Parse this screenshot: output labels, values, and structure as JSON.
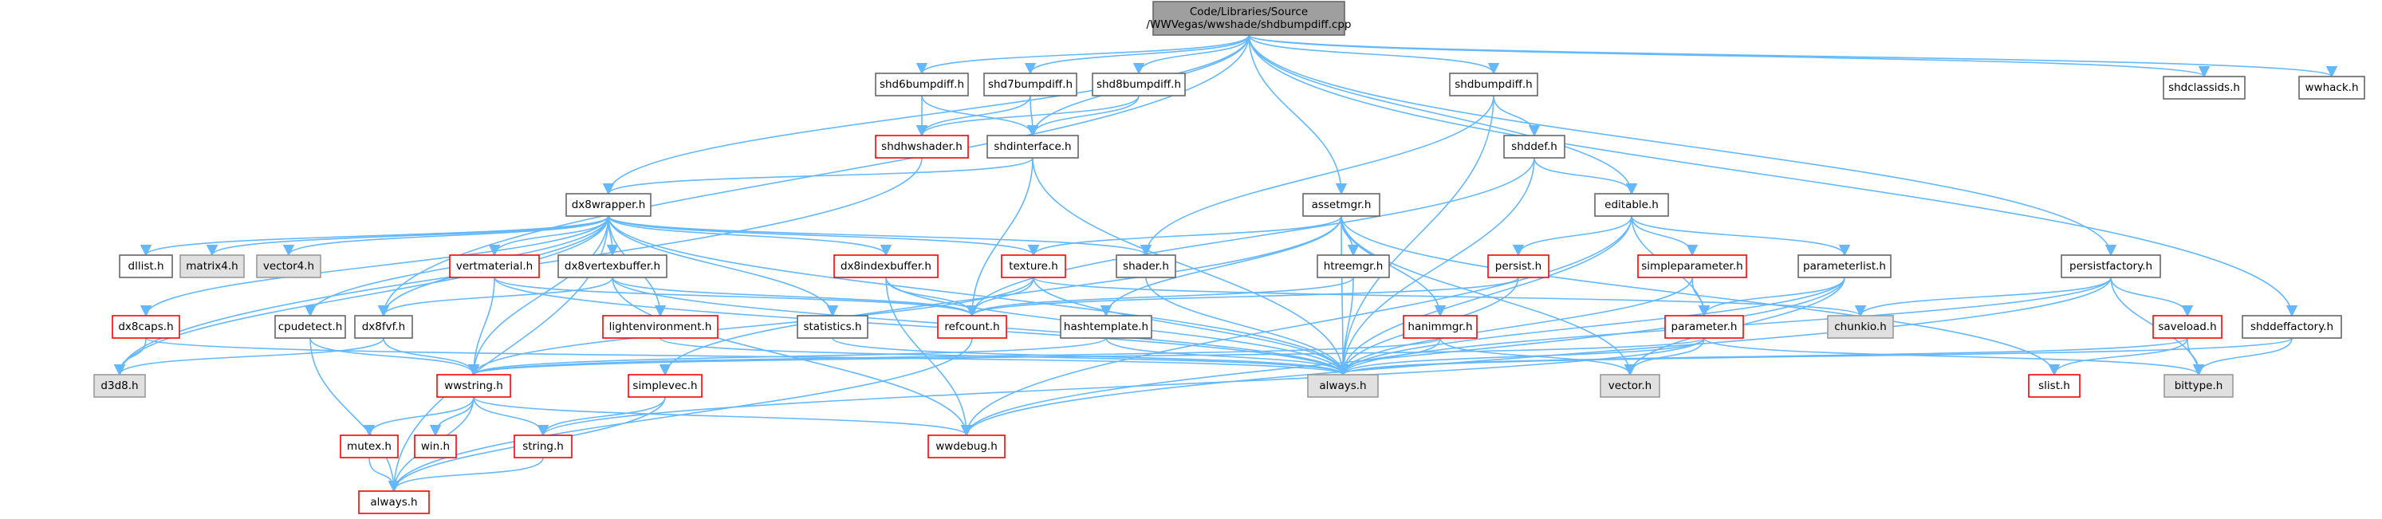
{
  "graph": {
    "root": "Code/Libraries/Source/WWVegas/wwshade/shdbumpdiff.cpp",
    "colors": {
      "edge": "#63b8ff",
      "arrow": "#63b8ff",
      "root_fill": "#9f9f9f",
      "root_border": "#666666",
      "normal_fill": "#ffffff",
      "normal_border": "#666666",
      "missing_fill": "#e0e0e0",
      "missing_border": "#999999",
      "truncated_border": "#ff0000"
    },
    "nodes": [
      {
        "id": "root",
        "lines": [
          "Code/Libraries/Source",
          "/WWVegas/wwshade/shdbumpdiff.cpp"
        ],
        "style": "root"
      },
      {
        "id": "shd6bumpdiff",
        "lines": [
          "shd6bumpdiff.h"
        ],
        "style": "normal"
      },
      {
        "id": "shd7bumpdiff",
        "lines": [
          "shd7bumpdiff.h"
        ],
        "style": "normal"
      },
      {
        "id": "shd8bumpdiff",
        "lines": [
          "shd8bumpdiff.h"
        ],
        "style": "normal"
      },
      {
        "id": "shdbumpdiff",
        "lines": [
          "shdbumpdiff.h"
        ],
        "style": "normal"
      },
      {
        "id": "shdclassids",
        "lines": [
          "shdclassids.h"
        ],
        "style": "normal"
      },
      {
        "id": "wwhack",
        "lines": [
          "wwhack.h"
        ],
        "style": "normal"
      },
      {
        "id": "shdhwshader",
        "lines": [
          "shdhwshader.h"
        ],
        "style": "truncated"
      },
      {
        "id": "shdinterface",
        "lines": [
          "shdinterface.h"
        ],
        "style": "normal"
      },
      {
        "id": "shddef",
        "lines": [
          "shddef.h"
        ],
        "style": "normal"
      },
      {
        "id": "dx8wrapper",
        "lines": [
          "dx8wrapper.h"
        ],
        "style": "normal"
      },
      {
        "id": "assetmgr",
        "lines": [
          "assetmgr.h"
        ],
        "style": "normal"
      },
      {
        "id": "editable",
        "lines": [
          "editable.h"
        ],
        "style": "normal"
      },
      {
        "id": "dllist",
        "lines": [
          "dllist.h"
        ],
        "style": "normal"
      },
      {
        "id": "matrix4",
        "lines": [
          "matrix4.h"
        ],
        "style": "missing"
      },
      {
        "id": "vector4",
        "lines": [
          "vector4.h"
        ],
        "style": "missing"
      },
      {
        "id": "vertmaterial",
        "lines": [
          "vertmaterial.h"
        ],
        "style": "truncated"
      },
      {
        "id": "dx8vertexbuffer",
        "lines": [
          "dx8vertexbuffer.h"
        ],
        "style": "normal"
      },
      {
        "id": "dx8indexbuffer",
        "lines": [
          "dx8indexbuffer.h"
        ],
        "style": "truncated"
      },
      {
        "id": "texture",
        "lines": [
          "texture.h"
        ],
        "style": "truncated"
      },
      {
        "id": "shader",
        "lines": [
          "shader.h"
        ],
        "style": "normal"
      },
      {
        "id": "htreemgr",
        "lines": [
          "htreemgr.h"
        ],
        "style": "normal"
      },
      {
        "id": "persist",
        "lines": [
          "persist.h"
        ],
        "style": "truncated"
      },
      {
        "id": "simpleparameter",
        "lines": [
          "simpleparameter.h"
        ],
        "style": "truncated"
      },
      {
        "id": "parameterlist",
        "lines": [
          "parameterlist.h"
        ],
        "style": "normal"
      },
      {
        "id": "persistfactory",
        "lines": [
          "persistfactory.h"
        ],
        "style": "normal"
      },
      {
        "id": "dx8caps",
        "lines": [
          "dx8caps.h"
        ],
        "style": "truncated"
      },
      {
        "id": "cpudetect",
        "lines": [
          "cpudetect.h"
        ],
        "style": "normal"
      },
      {
        "id": "dx8fvf",
        "lines": [
          "dx8fvf.h"
        ],
        "style": "normal"
      },
      {
        "id": "lightenvironment",
        "lines": [
          "lightenvironment.h"
        ],
        "style": "truncated"
      },
      {
        "id": "refcount",
        "lines": [
          "refcount.h"
        ],
        "style": "truncated"
      },
      {
        "id": "statistics",
        "lines": [
          "statistics.h"
        ],
        "style": "normal"
      },
      {
        "id": "hashtemplate",
        "lines": [
          "hashtemplate.h"
        ],
        "style": "normal"
      },
      {
        "id": "hanimmgr",
        "lines": [
          "hanimmgr.h"
        ],
        "style": "truncated"
      },
      {
        "id": "parameter",
        "lines": [
          "parameter.h"
        ],
        "style": "truncated"
      },
      {
        "id": "chunkio",
        "lines": [
          "chunkio.h"
        ],
        "style": "missing"
      },
      {
        "id": "saveload",
        "lines": [
          "saveload.h"
        ],
        "style": "truncated"
      },
      {
        "id": "shdleffactory",
        "lines": [
          "shddeffactory.h"
        ],
        "style": "normal"
      },
      {
        "id": "d3d8",
        "lines": [
          "d3d8.h"
        ],
        "style": "missing"
      },
      {
        "id": "wwstring",
        "lines": [
          "wwstring.h"
        ],
        "style": "truncated"
      },
      {
        "id": "simplevec",
        "lines": [
          "simplevec.h"
        ],
        "style": "truncated"
      },
      {
        "id": "always",
        "lines": [
          "always.h"
        ],
        "style": "missing"
      },
      {
        "id": "vector",
        "lines": [
          "vector.h"
        ],
        "style": "missing"
      },
      {
        "id": "slist",
        "lines": [
          "slist.h"
        ],
        "style": "truncated"
      },
      {
        "id": "bittype",
        "lines": [
          "bittype.h"
        ],
        "style": "missing"
      },
      {
        "id": "mutex",
        "lines": [
          "mutex.h"
        ],
        "style": "truncated"
      },
      {
        "id": "win",
        "lines": [
          "win.h"
        ],
        "style": "truncated"
      },
      {
        "id": "string",
        "lines": [
          "string.h"
        ],
        "style": "truncated"
      },
      {
        "id": "wwdebug",
        "lines": [
          "wwdebug.h"
        ],
        "style": "truncated"
      },
      {
        "id": "always2",
        "lines": [
          "always.h"
        ],
        "style": "truncated"
      }
    ],
    "edges": [
      [
        "root",
        "shd6bumpdiff"
      ],
      [
        "root",
        "shd7bumpdiff"
      ],
      [
        "root",
        "shd8bumpdiff"
      ],
      [
        "root",
        "shdbumpdiff"
      ],
      [
        "root",
        "shdclassids"
      ],
      [
        "root",
        "wwhack"
      ],
      [
        "root",
        "shdinterface"
      ],
      [
        "root",
        "dx8wrapper"
      ],
      [
        "root",
        "assetmgr"
      ],
      [
        "root",
        "editable"
      ],
      [
        "root",
        "persistfactory"
      ],
      [
        "root",
        "shdleffactory"
      ],
      [
        "root",
        "dx8fvf"
      ],
      [
        "shd6bumpdiff",
        "shdhwshader"
      ],
      [
        "shd6bumpdiff",
        "shdinterface"
      ],
      [
        "shd7bumpdiff",
        "shdhwshader"
      ],
      [
        "shd7bumpdiff",
        "shdinterface"
      ],
      [
        "shd8bumpdiff",
        "shdhwshader"
      ],
      [
        "shd8bumpdiff",
        "shdinterface"
      ],
      [
        "shdhwshader",
        "d3d8"
      ],
      [
        "shdinterface",
        "dx8wrapper"
      ],
      [
        "shdinterface",
        "refcount"
      ],
      [
        "shdinterface",
        "always"
      ],
      [
        "shdbumpdiff",
        "shddef"
      ],
      [
        "shdbumpdiff",
        "shader"
      ],
      [
        "shdbumpdiff",
        "always"
      ],
      [
        "shddef",
        "editable"
      ],
      [
        "shddef",
        "refcount"
      ],
      [
        "shddef",
        "always"
      ],
      [
        "dx8wrapper",
        "dllist"
      ],
      [
        "dx8wrapper",
        "matrix4"
      ],
      [
        "dx8wrapper",
        "vector4"
      ],
      [
        "dx8wrapper",
        "vertmaterial"
      ],
      [
        "dx8wrapper",
        "dx8vertexbuffer"
      ],
      [
        "dx8wrapper",
        "dx8indexbuffer"
      ],
      [
        "dx8wrapper",
        "texture"
      ],
      [
        "dx8wrapper",
        "shader"
      ],
      [
        "dx8wrapper",
        "dx8caps"
      ],
      [
        "dx8wrapper",
        "cpudetect"
      ],
      [
        "dx8wrapper",
        "lightenvironment"
      ],
      [
        "dx8wrapper",
        "statistics"
      ],
      [
        "dx8wrapper",
        "wwstring"
      ],
      [
        "dx8wrapper",
        "d3d8"
      ],
      [
        "dx8wrapper",
        "dx8fvf"
      ],
      [
        "dx8wrapper",
        "always"
      ],
      [
        "vertmaterial",
        "refcount"
      ],
      [
        "vertmaterial",
        "wwstring"
      ],
      [
        "vertmaterial",
        "always"
      ],
      [
        "dx8vertexbuffer",
        "dx8fvf"
      ],
      [
        "dx8vertexbuffer",
        "refcount"
      ],
      [
        "dx8vertexbuffer",
        "wwdebug"
      ],
      [
        "dx8vertexbuffer",
        "always"
      ],
      [
        "dx8indexbuffer",
        "refcount"
      ],
      [
        "dx8indexbuffer",
        "wwdebug"
      ],
      [
        "dx8indexbuffer",
        "always"
      ],
      [
        "texture",
        "refcount"
      ],
      [
        "texture",
        "always"
      ],
      [
        "texture",
        "wwstring"
      ],
      [
        "texture",
        "chunkio"
      ],
      [
        "shader",
        "always"
      ],
      [
        "assetmgr",
        "texture"
      ],
      [
        "assetmgr",
        "htreemgr"
      ],
      [
        "assetmgr",
        "hanimmgr"
      ],
      [
        "assetmgr",
        "hashtemplate"
      ],
      [
        "assetmgr",
        "simplevec"
      ],
      [
        "assetmgr",
        "always"
      ],
      [
        "assetmgr",
        "vector"
      ],
      [
        "assetmgr",
        "slist"
      ],
      [
        "htreemgr",
        "refcount"
      ],
      [
        "htreemgr",
        "always"
      ],
      [
        "hanimmgr",
        "always"
      ],
      [
        "hanimmgr",
        "wwstring"
      ],
      [
        "hanimmgr",
        "vector"
      ],
      [
        "editable",
        "persist"
      ],
      [
        "editable",
        "simpleparameter"
      ],
      [
        "editable",
        "parameterlist"
      ],
      [
        "editable",
        "parameter"
      ],
      [
        "editable",
        "always"
      ],
      [
        "editable",
        "wwdebug"
      ],
      [
        "persist",
        "refcount"
      ],
      [
        "persist",
        "always"
      ],
      [
        "simpleparameter",
        "parameter"
      ],
      [
        "simpleparameter",
        "always"
      ],
      [
        "parameterlist",
        "parameter"
      ],
      [
        "parameterlist",
        "vector"
      ],
      [
        "parameterlist",
        "always"
      ],
      [
        "parameterlist",
        "wwdebug"
      ],
      [
        "parameter",
        "always"
      ],
      [
        "parameter",
        "vector"
      ],
      [
        "parameter",
        "bittype"
      ],
      [
        "parameter",
        "string"
      ],
      [
        "parameter",
        "wwstring"
      ],
      [
        "persistfactory",
        "chunkio"
      ],
      [
        "persistfactory",
        "saveload"
      ],
      [
        "persistfactory",
        "always"
      ],
      [
        "persistfactory",
        "bittype"
      ],
      [
        "persistfactory",
        "wwdebug"
      ],
      [
        "saveload",
        "slist"
      ],
      [
        "saveload",
        "bittype"
      ],
      [
        "saveload",
        "always"
      ],
      [
        "shdleffactory",
        "bittype"
      ],
      [
        "shdleffactory",
        "always"
      ],
      [
        "dx8caps",
        "d3d8"
      ],
      [
        "dx8caps",
        "always"
      ],
      [
        "cpudetect",
        "wwstring"
      ],
      [
        "cpudetect",
        "always2"
      ],
      [
        "dx8fvf",
        "d3d8"
      ],
      [
        "dx8fvf",
        "wwstring"
      ],
      [
        "lightenvironment",
        "always"
      ],
      [
        "statistics",
        "always"
      ],
      [
        "hashtemplate",
        "wwstring"
      ],
      [
        "hashtemplate",
        "always"
      ],
      [
        "wwstring",
        "mutex"
      ],
      [
        "wwstring",
        "win"
      ],
      [
        "wwstring",
        "string"
      ],
      [
        "wwstring",
        "always2"
      ],
      [
        "wwstring",
        "wwdebug"
      ],
      [
        "simplevec",
        "string"
      ],
      [
        "simplevec",
        "always2"
      ],
      [
        "mutex",
        "always2"
      ],
      [
        "string",
        "always2"
      ],
      [
        "refcount",
        "always2"
      ],
      [
        "dx8wrapper",
        "always2"
      ]
    ]
  }
}
